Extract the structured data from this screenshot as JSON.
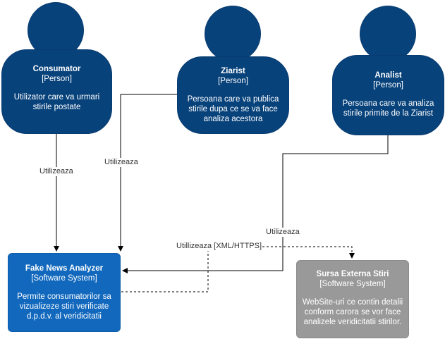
{
  "persons": [
    {
      "id": "consumator",
      "title": "Consumator",
      "type": "[Person]",
      "desc": [
        "Utilizator care va urmari",
        "stirile postate"
      ]
    },
    {
      "id": "ziarist",
      "title": "Ziarist",
      "type": "[Person]",
      "desc": [
        "Persoana care va publica",
        "stirile dupa ce se va face",
        "analiza acestora"
      ]
    },
    {
      "id": "analist",
      "title": "Analist",
      "type": "[Person]",
      "desc": [
        "Persoana care va analiza",
        "stirile primite de la Ziarist"
      ]
    }
  ],
  "systems": [
    {
      "id": "fake-news-analyzer",
      "title": "Fake News Analyzer",
      "type": "[Software System]",
      "desc": [
        "Permite consumatorilor sa",
        "vizualizeze stiri verificate",
        "d.p.d.v. al veridicitatii"
      ],
      "color": "#1168bd"
    },
    {
      "id": "sursa-externa",
      "title": "Sursa Externa Stiri",
      "type": "[Software System]",
      "desc": [
        "WebSite-uri ce contin detalii",
        "conform carora se vor face",
        "analizele veridicitatii stirilor."
      ],
      "color": "#999999"
    }
  ],
  "relations": {
    "consumator_uses": "Utilizeaza",
    "ziarist_uses": "Utilizeaza",
    "analist_uses": "Utilizeaza",
    "fna_to_external": "Utillizeaza [XML/HTTPS]"
  }
}
